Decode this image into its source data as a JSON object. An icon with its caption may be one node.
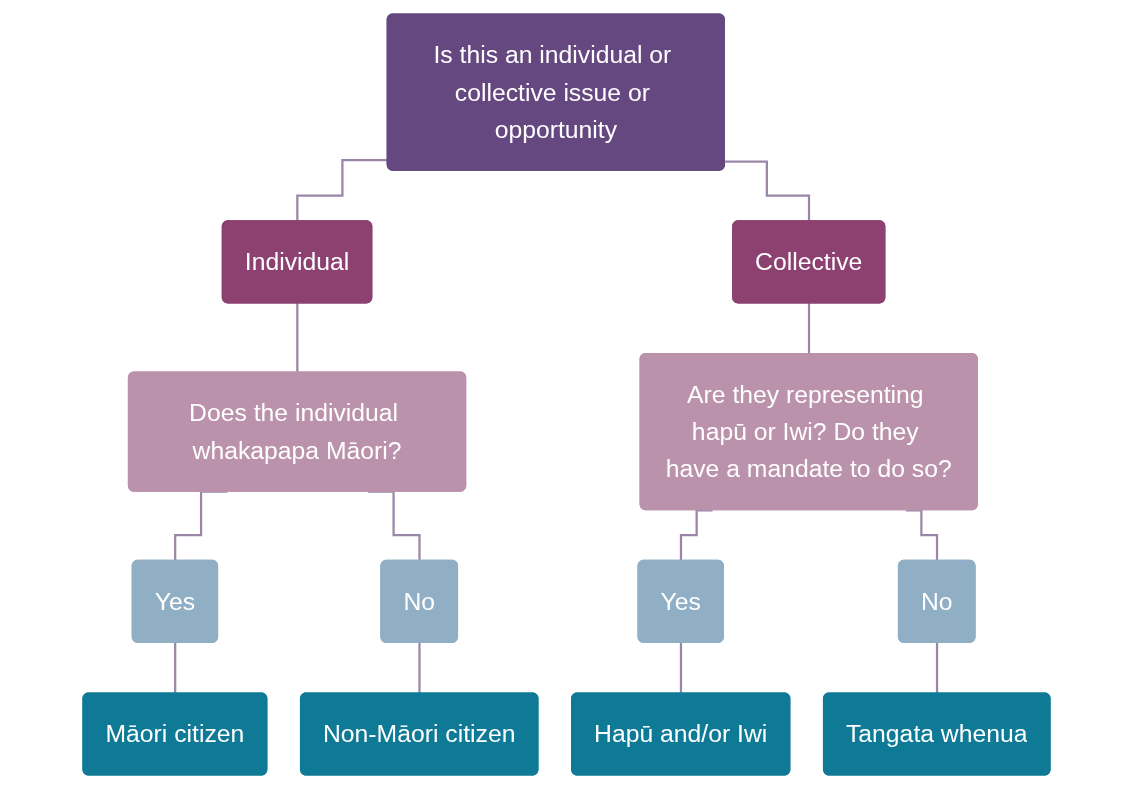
{
  "diagram": {
    "nodes": [
      {
        "text": [
          "Is this an individual or collective issue or opportunity"
        ]
      },
      {
        "text": [
          "Individual"
        ]
      },
      {
        "text": [
          "Collective"
        ]
      },
      {
        "text": [
          "Does the individual whakapapa Māori?"
        ]
      },
      {
        "text": [
          "Are they representing hapū or Iwi? Do they have a mandate to do so?"
        ]
      },
      {
        "text": [
          "Yes"
        ]
      },
      {
        "text": [
          "No"
        ]
      },
      {
        "text": [
          "Yes"
        ]
      },
      {
        "text": [
          "No"
        ]
      },
      {
        "text": [
          "Māori citizen"
        ]
      },
      {
        "text": [
          "Non-Māori citizen"
        ]
      },
      {
        "text": [
          "Hapū and/or Iwi"
        ]
      },
      {
        "text": [
          "Tangata whenua"
        ]
      }
    ],
    "edges": [
      {
        "from": 0,
        "to": 1,
        "arrow": "none"
      },
      {
        "from": 0,
        "to": 2,
        "arrow": "none"
      },
      {
        "from": 1,
        "to": 3,
        "arrow": "none"
      },
      {
        "from": 2,
        "to": 4,
        "arrow": "none"
      },
      {
        "from": 3,
        "to": 5,
        "arrow": "none"
      },
      {
        "from": 3,
        "to": 6,
        "arrow": "none"
      },
      {
        "from": 4,
        "to": 7,
        "arrow": "none"
      },
      {
        "from": 4,
        "to": 8,
        "arrow": "none"
      },
      {
        "from": 5,
        "to": 9,
        "arrow": "none"
      },
      {
        "from": 6,
        "to": 10,
        "arrow": "none"
      },
      {
        "from": 7,
        "to": 11,
        "arrow": "none"
      },
      {
        "from": 8,
        "to": 12,
        "arrow": "none"
      }
    ]
  }
}
